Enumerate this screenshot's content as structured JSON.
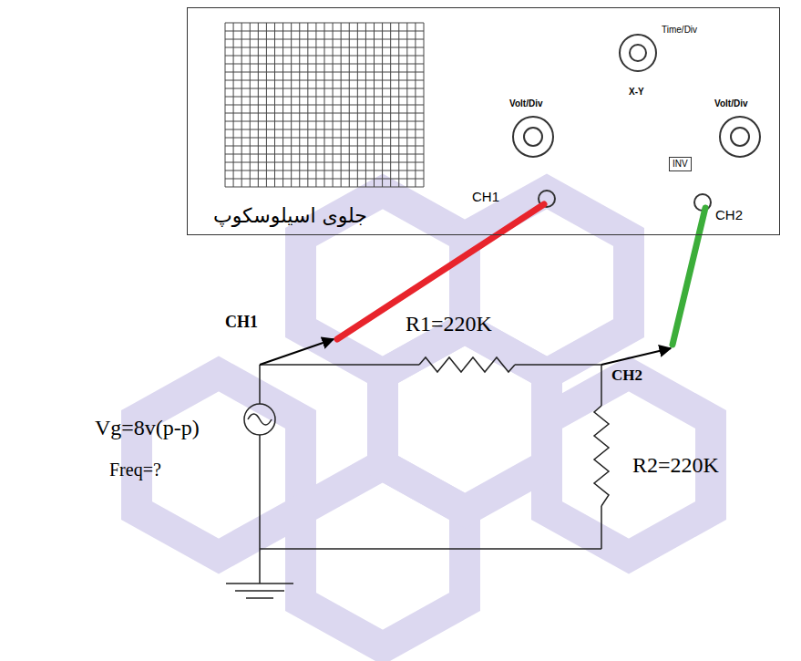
{
  "diagram": {
    "nodes": [
      {
        "text": [
          "جلوی اسیلوسکوپ"
        ]
      },
      {
        "text": [
          "INV"
        ],
        "in": 0
      }
    ],
    "labels": [
      "Time/Div",
      "X-Y",
      "Volt/Div",
      "Volt/Div",
      "CH1",
      "CH2",
      "CH1",
      "R1=220K",
      "CH2",
      "Vg=8v(p-p)",
      "Freq=?",
      "R2=220K"
    ]
  }
}
